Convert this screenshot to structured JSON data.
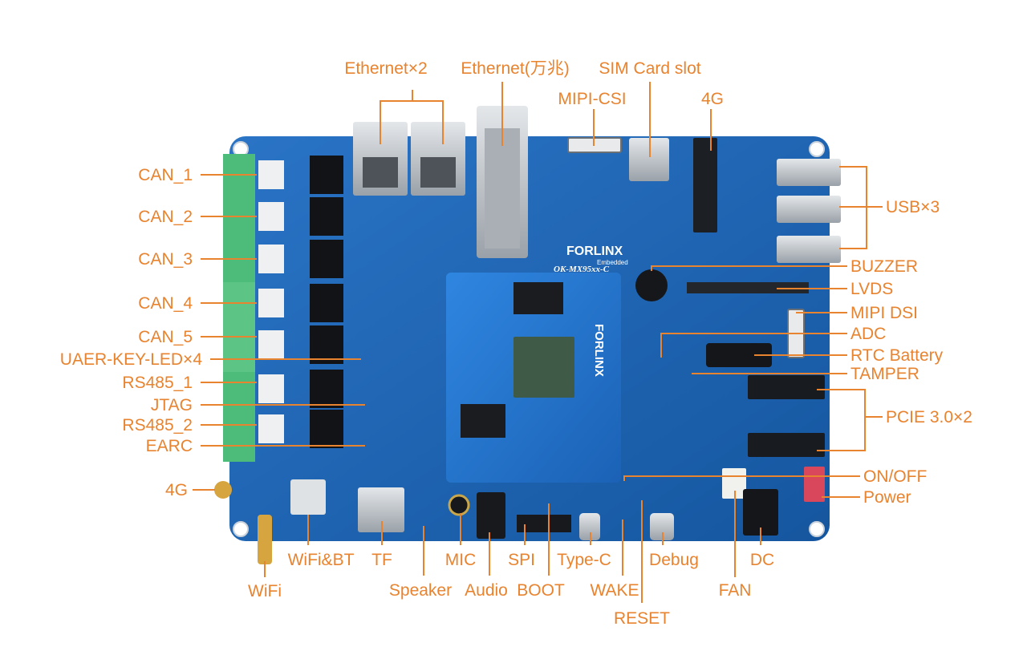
{
  "board": {
    "brand": "FORLINX",
    "brand_sub": "Embedded",
    "model": "OK-MX95xx-C",
    "som_brand": "FORLINX",
    "colors": {
      "accent": "#e8832f",
      "pcb": "#1d64b8",
      "pcb_dark": "#134c92",
      "terminal": "#4dbb7a"
    }
  },
  "labels": {
    "ethernet_x2": "Ethernet×2",
    "ethernet_10g": "Ethernet(万兆)",
    "sim_card_slot": "SIM Card slot",
    "mipi_csi": "MIPI-CSI",
    "lte_4g_top": "4G",
    "usb_x3": "USB×3",
    "buzzer": "BUZZER",
    "lvds": "LVDS",
    "mipi_dsi": "MIPI DSI",
    "adc": "ADC",
    "rtc_battery": "RTC Battery",
    "tamper": "TAMPER",
    "pcie": "PCIE 3.0×2",
    "on_off": "ON/OFF",
    "power": "Power",
    "can_1": "CAN_1",
    "can_2": "CAN_2",
    "can_3": "CAN_3",
    "can_4": "CAN_4",
    "can_5": "CAN_5",
    "user_key_led": "UAER-KEY-LED×4",
    "rs485_1": "RS485_1",
    "jtag": "JTAG",
    "rs485_2": "RS485_2",
    "earc": "EARC",
    "lte_4g_left": "4G",
    "wifi": "WiFi",
    "wifi_bt": "WiFi&BT",
    "tf": "TF",
    "mic": "MIC",
    "spi": "SPI",
    "type_c": "Type-C",
    "debug": "Debug",
    "dc": "DC",
    "fan": "FAN",
    "speaker": "Speaker",
    "audio": "Audio",
    "boot": "BOOT",
    "wake": "WAKE",
    "reset": "RESET"
  }
}
